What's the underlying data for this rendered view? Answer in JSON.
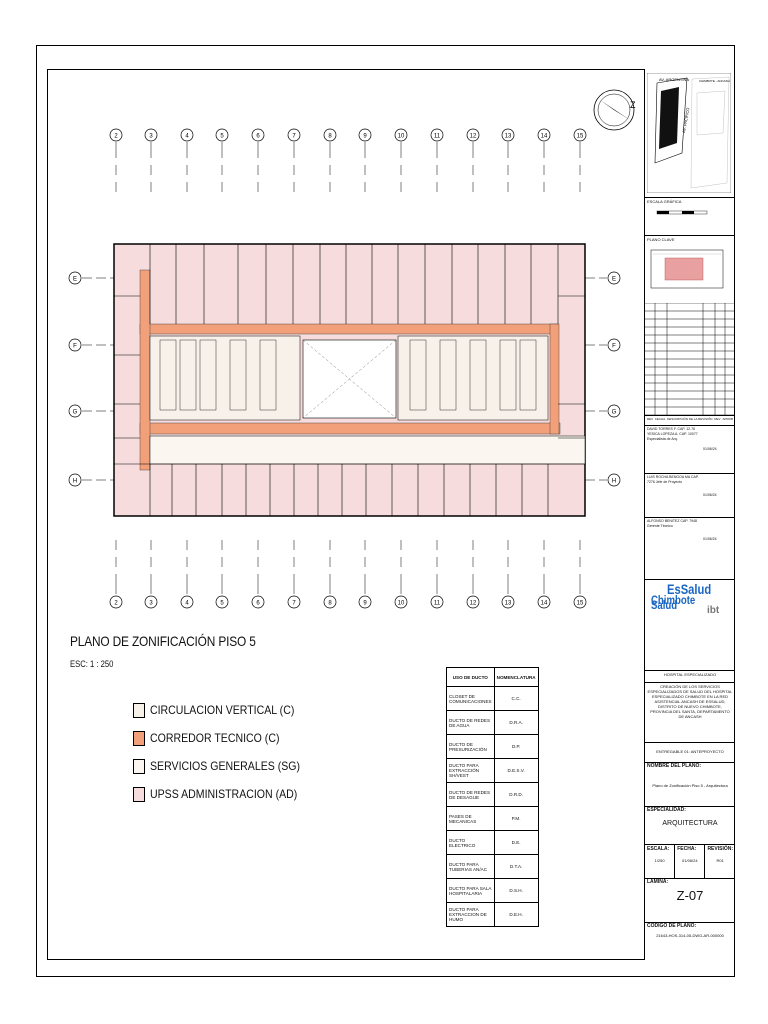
{
  "sheet": {
    "title": "PLANO DE ZONIFICACIÓN PISO 5",
    "scale": "ESC:  1 : 250"
  },
  "grid": {
    "columns": [
      "2",
      "3",
      "4",
      "5",
      "6",
      "7",
      "8",
      "9",
      "10",
      "11",
      "12",
      "13",
      "14",
      "15"
    ],
    "rows": [
      "E",
      "F",
      "G",
      "H"
    ]
  },
  "legend": [
    {
      "label": "CIRCULACION VERTICAL (C)",
      "color": "#f8f1ea"
    },
    {
      "label": "CORREDOR TECNICO (C)",
      "color": "#f2a07a"
    },
    {
      "label": "SERVICIOS GENERALES (SG)",
      "color": "#fbf6ef"
    },
    {
      "label": "UPSS ADMINISTRACION (AD)",
      "color": "#f6dcdc"
    }
  ],
  "duct_table": {
    "headers": [
      "USO DE DUCTO",
      "NOMENCLATURA"
    ],
    "rows": [
      [
        "CLOSET DE COMUNICACIONES",
        "C.C."
      ],
      [
        "DUCTO DE REDES DE AGUA",
        "D.R.A."
      ],
      [
        "DUCTO DE PRESURIZACIÓN",
        "D.P."
      ],
      [
        "DUCTO PARA EXTRACCIÓN SH/VEST",
        "D.E.S.V."
      ],
      [
        "DUCTO DE REDES DE DESAGUE",
        "D.R.D."
      ],
      [
        "PASES DE MECANICAS",
        "P.M."
      ],
      [
        "DUCTO ELECTRICO",
        "D.E."
      ],
      [
        "DUCTO PARA TUBERIAS AN/AC",
        "D.T.A."
      ],
      [
        "DUCTO PARA SALA HOSPITALARIA",
        "D.S.H."
      ],
      [
        "DUCTO PARA EXTRACCION DE HUMO",
        "D.E.H."
      ]
    ]
  },
  "title_block": {
    "location_labels": [
      "AV. ARGENTINA",
      "CHIMBOTE - ANCASH",
      "AV. PACIFICO"
    ],
    "graphic_scale_label": "ESCALA GRÁFICA",
    "key_plan_label": "PLANO CLAVE",
    "revision_headers": [
      "REV",
      "FECHA",
      "DESCRIPCIÓN DE LA REVISIÓN",
      "REV",
      "APROB"
    ],
    "signers": [
      {
        "text": "DAVID TORRES F. CAP. 12.76 YESICA LOPEZA A. CAP. 10077 Especialista de Arq.",
        "date": "01/06/24"
      },
      {
        "text": "LUIS ROCHA BENGOA MA CAP. 7276 Jefe de Proyecto",
        "date": "01/06/24"
      },
      {
        "text": "ALFONSO BENITEZ CAP. 7948 Gerente Técnico",
        "date": "01/06/24"
      }
    ],
    "brand_1": "EsSalud",
    "brand_2": "Chimbote Salud",
    "brand_3": "ibt",
    "project": "HOSPITAL ESPECIALIZADO",
    "project_description": "CREACIÓN DE LOS SERVICIOS ESPECIALIZADOS DE SALUD DEL HOSPITAL ESPECIALIZADO CHIMBOTE EN LA RED ASISTENCIAL ANCASH DE ESSALUD, DISTRITO DE NUEVO CHIMBOTE, PROVINCIA DEL SANTA, DEPARTAMENTO DE ANCASH",
    "deliverable": "ENTREGABLE 01: ANTEPROYECTO",
    "plan_name_label": "NOMBRE DEL PLANO:",
    "plan_name": "Plano de Zonificación Piso 5 - Arquitectura",
    "specialty_label": "ESPECIALIDAD:",
    "specialty": "ARQUITECTURA",
    "scale_label": "ESCALA:",
    "scale_value": "1/250",
    "date_label": "FECHA:",
    "date_value": "01/06/24",
    "revision_label": "REVISIÓN:",
    "revision_value": "R01",
    "sheet_label": "LÁMINA:",
    "sheet_value": "Z-07",
    "code_label": "CÓDIGO DE PLANO:",
    "code_value": "21643-HOS-314-05-DWG-AR-000000"
  },
  "colors": {
    "corridor": "#f2a07a",
    "admin": "#f6dcdc",
    "circulation": "#f8f1ea",
    "services": "#fbf6ef"
  }
}
